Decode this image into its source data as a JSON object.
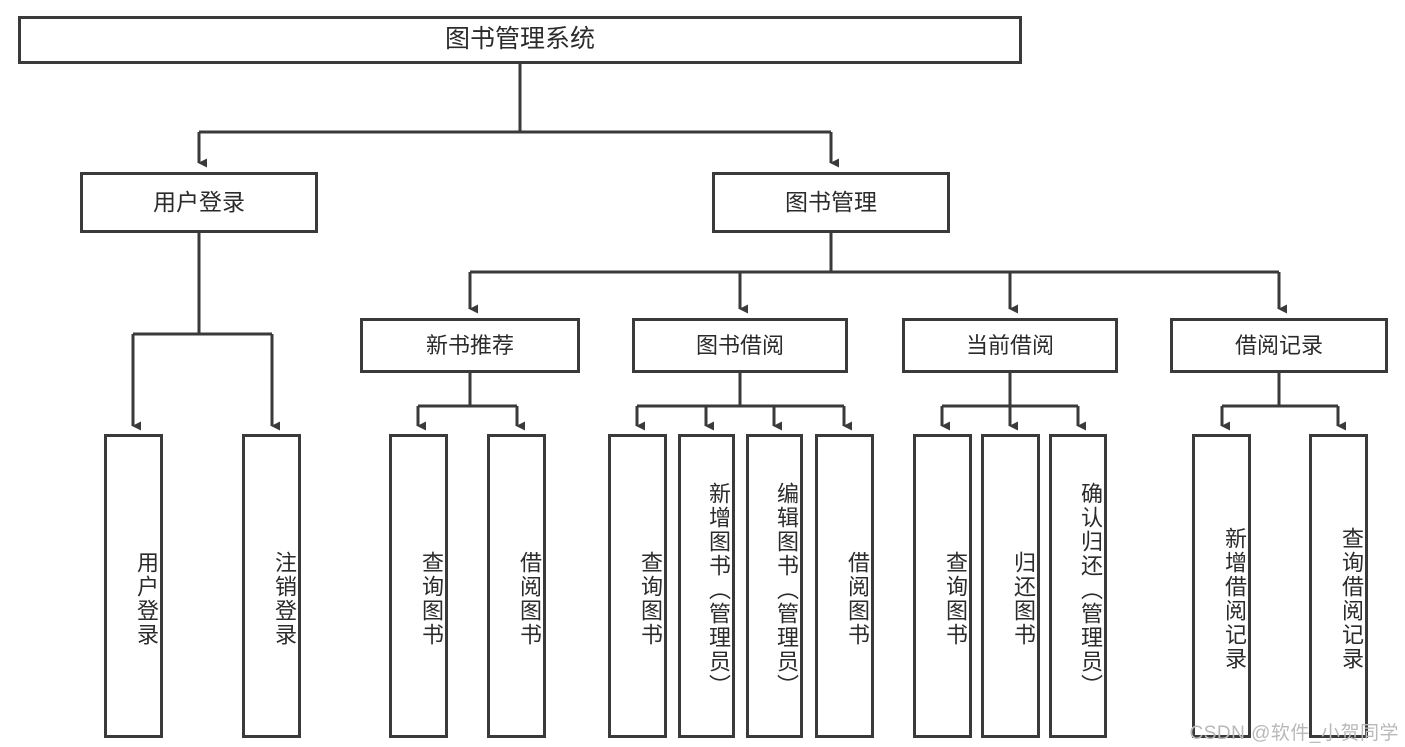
{
  "diagram": {
    "title": "图书管理系统",
    "type": "tree-hierarchy",
    "stroke_color": "#3a3a3a",
    "text_color": "#2b2b2b",
    "background_color": "#ffffff"
  },
  "nodes": {
    "root": {
      "label": "图书管理系统"
    },
    "level1": [
      {
        "label": "用户登录"
      },
      {
        "label": "图书管理"
      }
    ],
    "level2": [
      {
        "label": "新书推荐"
      },
      {
        "label": "图书借阅"
      },
      {
        "label": "当前借阅"
      },
      {
        "label": "借阅记录"
      }
    ],
    "leaves": {
      "user_login": [
        {
          "label": "用户登录"
        },
        {
          "label": "注销登录"
        }
      ],
      "new_book_recommend": [
        {
          "label": "查询图书"
        },
        {
          "label": "借阅图书"
        }
      ],
      "book_borrow": [
        {
          "label": "查询图书"
        },
        {
          "label": "新增图书（管理员）"
        },
        {
          "label": "编辑图书（管理员）"
        },
        {
          "label": "借阅图书"
        }
      ],
      "current_borrow": [
        {
          "label": "查询图书"
        },
        {
          "label": "归还图书"
        },
        {
          "label": "确认归还（管理员）"
        }
      ],
      "borrow_record": [
        {
          "label": "新增借阅记录"
        },
        {
          "label": "查询借阅记录"
        }
      ]
    }
  },
  "watermark": {
    "text": "CSDN @软件_小贺同学"
  }
}
